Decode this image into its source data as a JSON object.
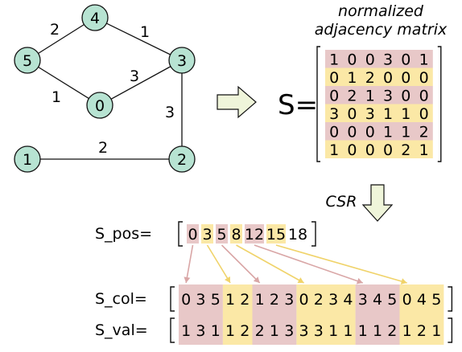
{
  "colors": {
    "node_fill": "#b7e3d2",
    "pink": "#e8c8c8",
    "yellow": "#fbe8a6",
    "arrow_fill": "#eff5da",
    "pink_line": "#d9a6a6",
    "yellow_line": "#f0d36a"
  },
  "graph": {
    "nodes": [
      {
        "id": "0",
        "label": "0"
      },
      {
        "id": "1",
        "label": "1"
      },
      {
        "id": "2",
        "label": "2"
      },
      {
        "id": "3",
        "label": "3"
      },
      {
        "id": "4",
        "label": "4"
      },
      {
        "id": "5",
        "label": "5"
      }
    ],
    "edges": [
      {
        "from": "5",
        "to": "4",
        "weight": "2"
      },
      {
        "from": "4",
        "to": "3",
        "weight": "1"
      },
      {
        "from": "5",
        "to": "0",
        "weight": "1"
      },
      {
        "from": "0",
        "to": "3",
        "weight": "3"
      },
      {
        "from": "3",
        "to": "2",
        "weight": "3"
      },
      {
        "from": "1",
        "to": "2",
        "weight": "2"
      }
    ]
  },
  "matrix": {
    "caption_line1": "normalized",
    "caption_line2": "adjacency matrix",
    "symbol": "S=",
    "rows": [
      [
        "1",
        "0",
        "0",
        "3",
        "0",
        "1"
      ],
      [
        "0",
        "1",
        "2",
        "0",
        "0",
        "0"
      ],
      [
        "0",
        "2",
        "1",
        "3",
        "0",
        "0"
      ],
      [
        "3",
        "0",
        "3",
        "1",
        "1",
        "0"
      ],
      [
        "0",
        "0",
        "0",
        "1",
        "1",
        "2"
      ],
      [
        "1",
        "0",
        "0",
        "0",
        "2",
        "1"
      ]
    ]
  },
  "csr": {
    "arrow_label": "CSR",
    "pos_label": "S_pos=",
    "col_label": "S_col=",
    "val_label": "S_val=",
    "pos": [
      "0",
      "3",
      "5",
      "8",
      "12",
      "15",
      "18"
    ],
    "col": [
      "0",
      "3",
      "5",
      "1",
      "2",
      "1",
      "2",
      "3",
      "0",
      "2",
      "3",
      "4",
      "3",
      "4",
      "5",
      "0",
      "4",
      "5"
    ],
    "val": [
      "1",
      "3",
      "1",
      "1",
      "2",
      "2",
      "1",
      "3",
      "3",
      "3",
      "1",
      "1",
      "1",
      "1",
      "2",
      "1",
      "2",
      "1"
    ]
  }
}
